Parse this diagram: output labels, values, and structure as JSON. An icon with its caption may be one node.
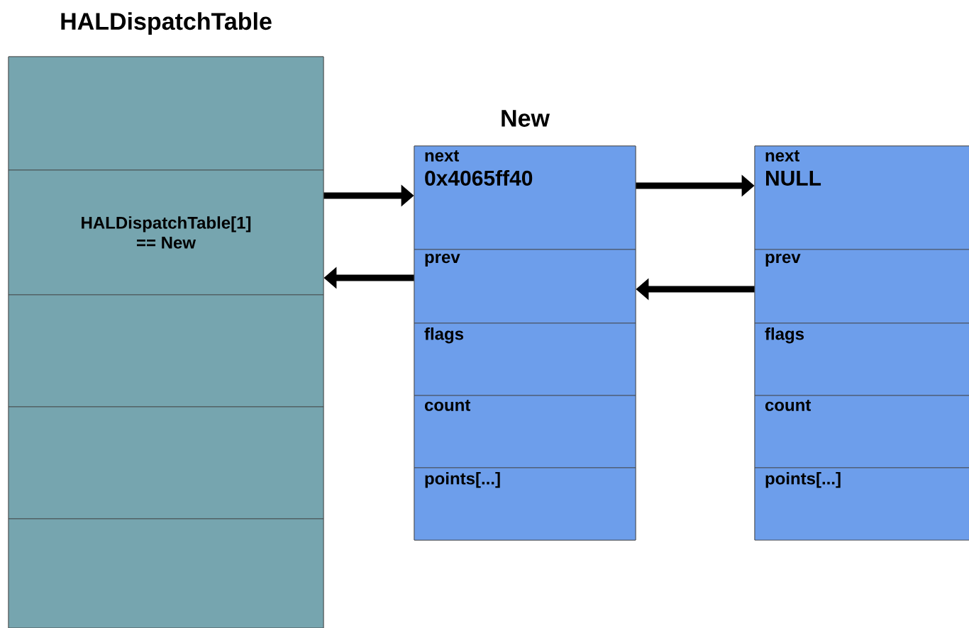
{
  "diagram": {
    "nodes": [
      {
        "text": [
          "HALDispatchTable"
        ]
      },
      {
        "text": [],
        "shape": "box",
        "in": 0
      },
      {
        "text": [
          "HALDispatchTable[1] == New"
        ],
        "in": 0
      },
      {
        "text": [],
        "shape": "box",
        "in": 0
      },
      {
        "text": [],
        "shape": "box",
        "in": 0
      },
      {
        "text": [],
        "shape": "box",
        "in": 0
      },
      {
        "text": [
          "New"
        ]
      },
      {
        "text": [
          "next",
          "0x4065ff40"
        ],
        "in": 6
      },
      {
        "text": [
          "prev"
        ],
        "in": 6
      },
      {
        "text": [
          "flags"
        ],
        "in": 6
      },
      {
        "text": [
          "count"
        ],
        "in": 6
      },
      {
        "text": [
          "points[...]"
        ],
        "in": 6
      },
      {
        "text": [],
        "shape": "box"
      },
      {
        "text": [
          "next",
          "NULL"
        ],
        "in": 12
      },
      {
        "text": [
          "prev"
        ],
        "in": 12
      },
      {
        "text": [
          "flags"
        ],
        "in": 12
      },
      {
        "text": [
          "count"
        ],
        "in": 12
      },
      {
        "text": [
          "points[...]"
        ],
        "in": 12
      }
    ],
    "edges": [
      {
        "from": 2,
        "to": 7,
        "arrow": "to"
      },
      {
        "from": 7,
        "to": 13,
        "arrow": "to"
      },
      {
        "from": 8,
        "to": 2,
        "arrow": "to"
      },
      {
        "from": 14,
        "to": 8,
        "arrow": "to"
      }
    ]
  }
}
